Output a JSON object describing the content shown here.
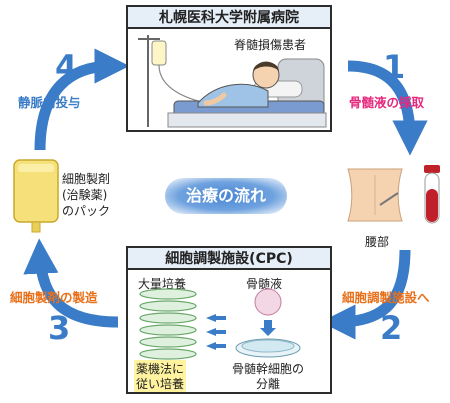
{
  "hospital": {
    "title": "札幌医科大学附属病院",
    "patient_label": "脊髄損傷患者"
  },
  "cpc": {
    "title": "細胞調製施設(CPC)",
    "mass_culture": "大量培養",
    "bone_marrow_fluid": "骨髄液",
    "regulation_line1": "薬機法に",
    "regulation_line2": "従い培養",
    "separation_line1": "骨髄幹細胞の",
    "separation_line2": "分離"
  },
  "steps": [
    {
      "number": "1",
      "label": "骨髄液の採取"
    },
    {
      "number": "2",
      "label": "細胞調製施設へ"
    },
    {
      "number": "3",
      "label": "細胞製剤の製造"
    },
    {
      "number": "4",
      "label": "静脈内投与"
    }
  ],
  "center_label": "治療の流れ",
  "lumbar_label": "腰部",
  "bag_label": [
    "細胞製剤",
    "(治験薬)",
    "のパック"
  ],
  "colors": {
    "step_blue": "#3a7cc7",
    "label_pink": "#e6287e",
    "label_orange": "#e8701a",
    "label_blue": "#3a7cc7"
  }
}
